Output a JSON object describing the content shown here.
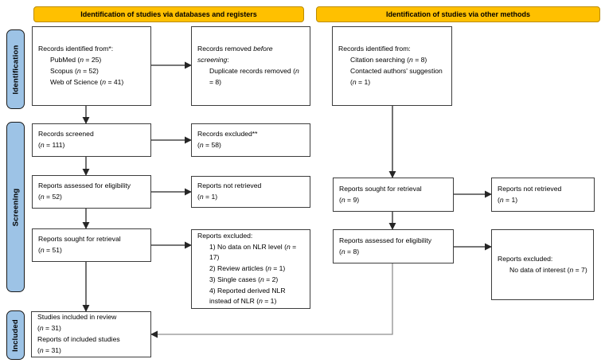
{
  "colors": {
    "banner_fill": "#FFC000",
    "banner_border": "#BC8C00",
    "stage_fill": "#9DC3E6",
    "stage_border": "#1A1A1A",
    "box_border": "#3D3D3D",
    "connector": "#262626",
    "connector_light": "#8F8F8F"
  },
  "banners": {
    "databases": {
      "label": "Identification of studies via databases and registers"
    },
    "other": {
      "label": "Identification of studies via other methods"
    }
  },
  "stages": {
    "identification": {
      "label": "Identification"
    },
    "screening": {
      "label": "Screening"
    },
    "included": {
      "label": "Included"
    }
  },
  "boxes": {
    "db_identified": {
      "lines": [
        {
          "t": "Records identified from*:"
        },
        {
          "t": "PubMed (_n_ = 25)",
          "ind": true
        },
        {
          "t": "Scopus (_n_ = 52)",
          "ind": true
        },
        {
          "t": "Web of Science (_n_ = 41)",
          "ind": true
        }
      ]
    },
    "db_removed": {
      "lines": [
        {
          "t": "Records removed _before screening_:"
        },
        {
          "t": "Duplicate records removed (_n_ = 8)",
          "ind": true
        }
      ]
    },
    "screened": {
      "lines": [
        {
          "t": "Records screened"
        },
        {
          "t": "(_n_ = 111)"
        }
      ]
    },
    "records_excluded": {
      "lines": [
        {
          "t": "Records excluded**"
        },
        {
          "t": "(_n_ = 58)"
        }
      ]
    },
    "assessed_db": {
      "lines": [
        {
          "t": "Reports assessed for eligibility"
        },
        {
          "t": "(_n_ = 52)"
        }
      ]
    },
    "not_retrieved_db": {
      "lines": [
        {
          "t": "Reports not retrieved"
        },
        {
          "t": "(_n_ = 1)"
        }
      ]
    },
    "sought_db": {
      "lines": [
        {
          "t": "Reports sought for retrieval"
        },
        {
          "t": "(_n_ = 51)"
        }
      ]
    },
    "reports_excluded_db": {
      "lines": [
        {
          "t": "Reports excluded:"
        },
        {
          "t": "1) No data on NLR level (_n_ = 17)",
          "ind": true
        },
        {
          "t": "2) Review articles (_n_ = 1)",
          "ind": true
        },
        {
          "t": "3) Single cases (_n_ = 2)",
          "ind": true
        },
        {
          "t": "4) Reported derived NLR instead of NLR (_n_ = 1)",
          "ind": true
        }
      ]
    },
    "included_studies": {
      "lines": [
        {
          "t": "Studies included in review"
        },
        {
          "t": "(_n_ = 31)"
        },
        {
          "t": "Reports of included studies"
        },
        {
          "t": "(_n_ = 31)"
        }
      ]
    },
    "other_identified": {
      "lines": [
        {
          "t": "Records identified from:"
        },
        {
          "t": "Citation searching (_n_ = 8)",
          "ind": true
        },
        {
          "t": "Contacted authors' suggestion (_n_ = 1)",
          "ind": true
        }
      ]
    },
    "sought_other": {
      "lines": [
        {
          "t": "Reports sought for retrieval"
        },
        {
          "t": "(_n_ = 9)"
        }
      ]
    },
    "not_retrieved_other": {
      "lines": [
        {
          "t": "Reports not retrieved"
        },
        {
          "t": "(_n_ = 1)"
        }
      ]
    },
    "assessed_other": {
      "lines": [
        {
          "t": "Reports assessed for eligibility"
        },
        {
          "t": "(_n_ = 8)"
        }
      ]
    },
    "reports_excluded_other": {
      "lines": [
        {
          "t": "Reports excluded:"
        },
        {
          "t": "No data of interest (_n_ = 7)",
          "ind": true
        }
      ]
    }
  }
}
